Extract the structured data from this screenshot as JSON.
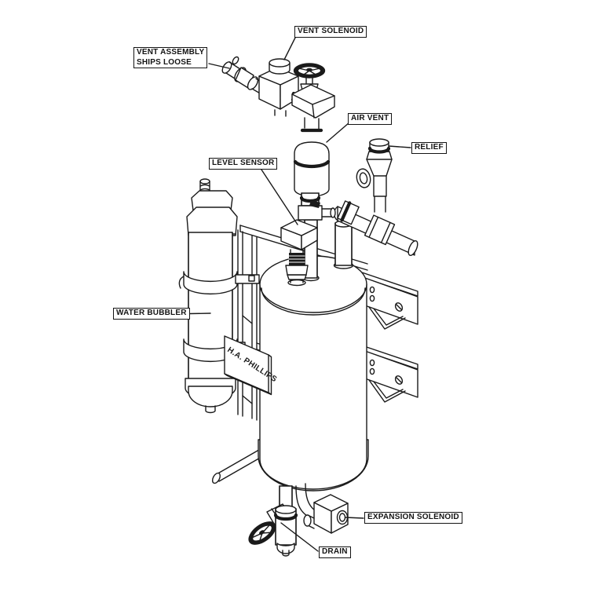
{
  "drawing": {
    "colors": {
      "line": "#1a1a1a",
      "background": "#ffffff"
    },
    "nameplate": {
      "text": "H.A. PHILLIPS"
    },
    "labels": {
      "vent_assembly_line1": "VENT ASSEMBLY",
      "vent_assembly_line2": "SHIPS LOOSE",
      "vent_solenoid": "VENT SOLENOID",
      "air_vent": "AIR VENT",
      "relief": "RELIEF",
      "level_sensor": "LEVEL SENSOR",
      "water_bubbler": "WATER BUBBLER",
      "expansion_solenoid": "EXPANSION SOLENOID",
      "drain": "DRAIN"
    }
  }
}
